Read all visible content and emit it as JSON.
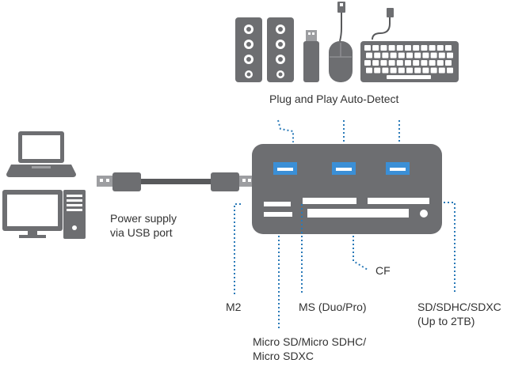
{
  "labels": {
    "plug_and_play": "Plug and Play Auto-Detect",
    "power_line1": "Power supply",
    "power_line2": "via USB port",
    "cf": "CF",
    "m2": "M2",
    "ms": "MS (Duo/Pro)",
    "sd_line1": "SD/SDHC/SDXC",
    "sd_line2": "(Up to 2TB)",
    "micro_line1": "Micro SD/Micro SDHC/",
    "micro_line2": "Micro SDXC"
  },
  "colors": {
    "device_gray": "#6d6e71",
    "device_dark": "#58595b",
    "usb_port_blue": "#3b8fd6",
    "slot_white": "#ffffff",
    "dotted_line_blue": "#2a7ab8",
    "text": "#333333"
  },
  "icons": [
    "speaker-icon",
    "usb-flash-drive-icon",
    "mouse-icon",
    "keyboard-icon",
    "laptop-icon",
    "desktop-computer-icon",
    "usb-cable-icon",
    "card-reader-hub-icon"
  ]
}
